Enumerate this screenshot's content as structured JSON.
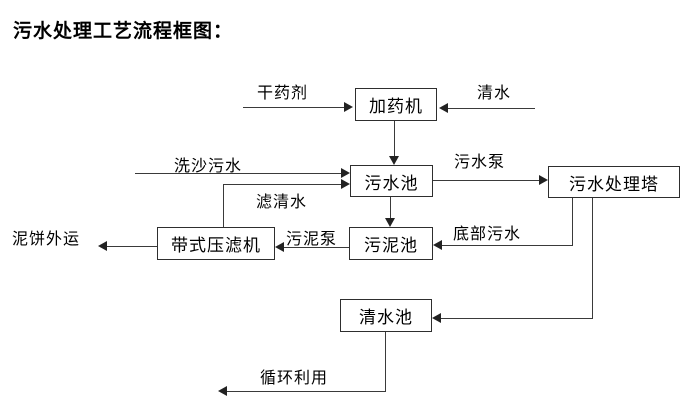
{
  "title": "污水处理工艺流程框图：",
  "nodes": {
    "dosing_machine": "加药机",
    "sewage_pool": "污水池",
    "treatment_tower": "污水处理塔",
    "sludge_pool": "污泥池",
    "belt_filter_press": "带式压滤机",
    "clean_water_pool": "清水池"
  },
  "edge_labels": {
    "dry_agent": "干药剂",
    "clean_water": "清水",
    "sand_wash_sewage": "洗沙污水",
    "filtered_water": "滤清水",
    "sewage_pump": "污水泵",
    "bottom_sewage": "底部污水",
    "sludge_pump": "污泥泵",
    "mud_cake_out": "泥饼外运",
    "recycle_use": "循环利用"
  },
  "colors": {
    "text": "#000000",
    "line": "#3a3a3a",
    "box_border": "#2e2e2e",
    "background": "#ffffff"
  }
}
